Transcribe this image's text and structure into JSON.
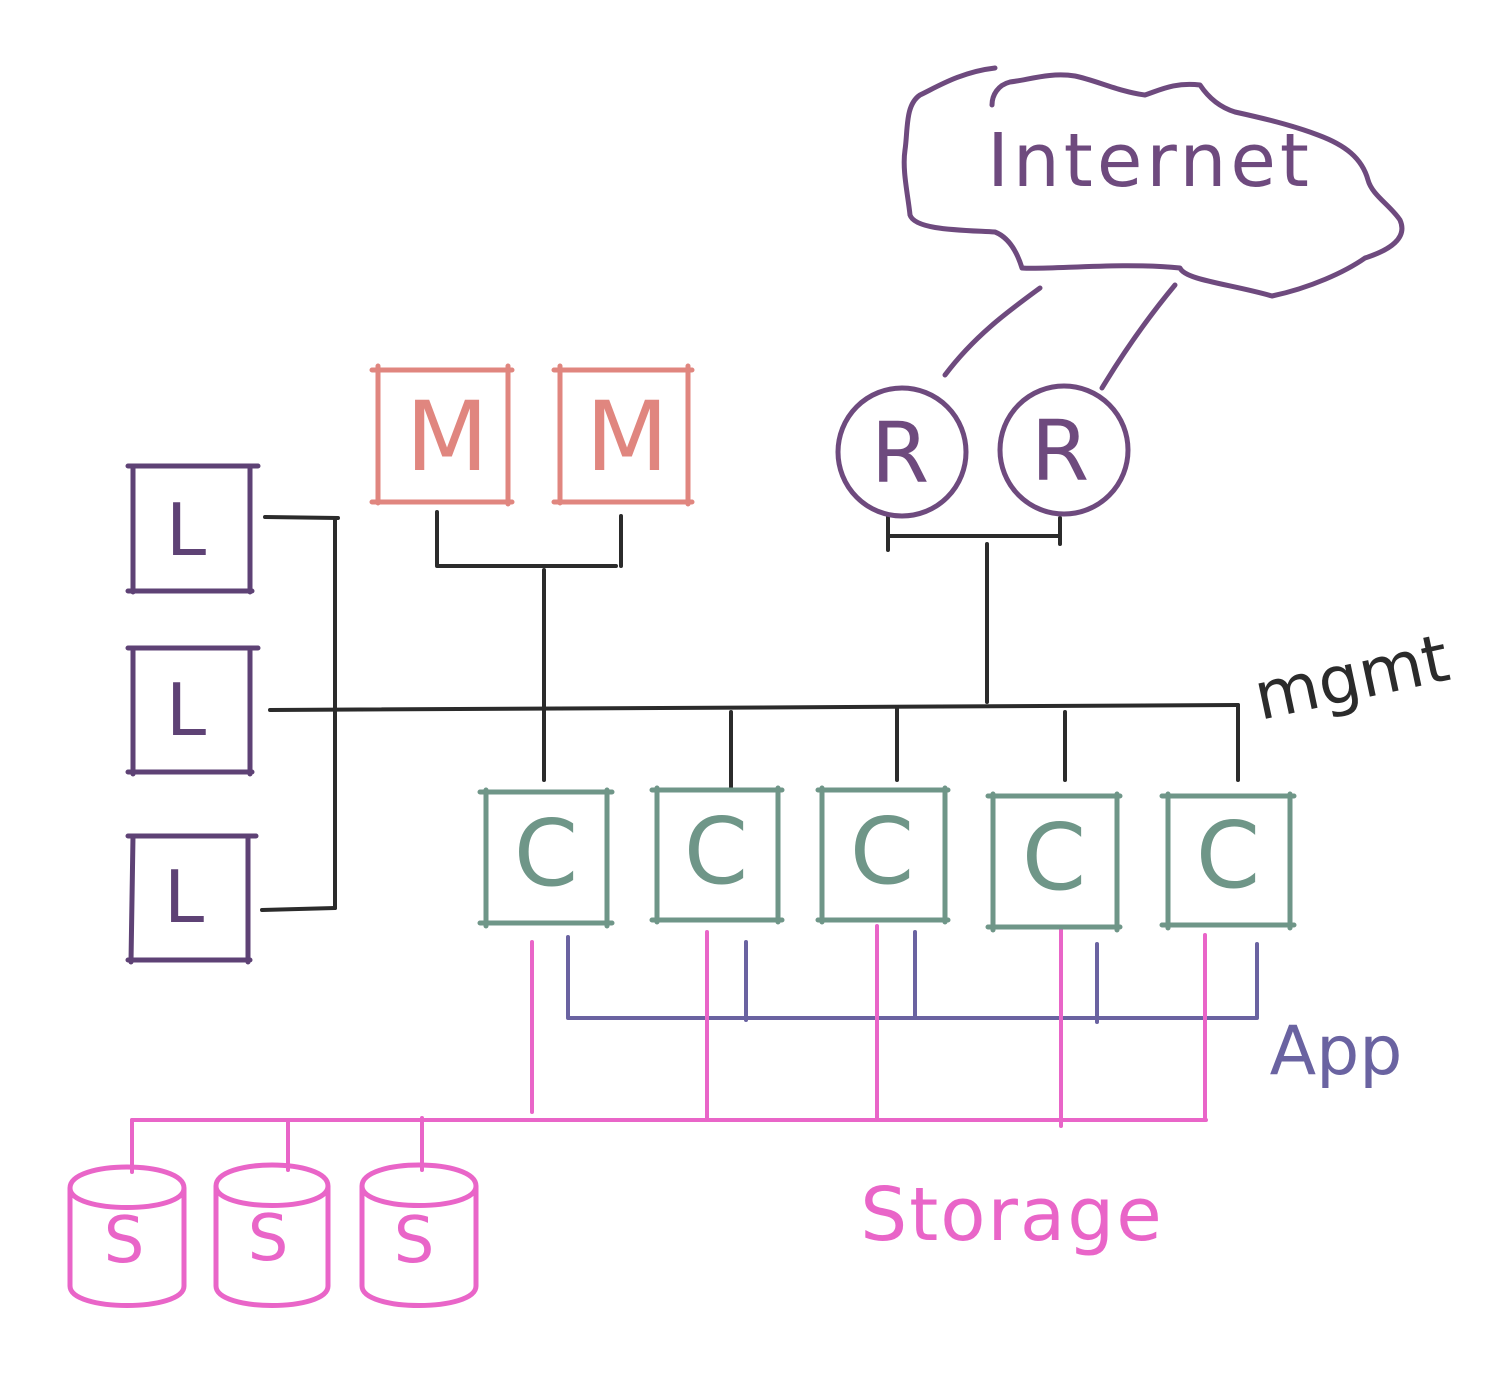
{
  "colors": {
    "mgmt": "#2b2b2b",
    "internet": "#6e4a7e",
    "L": "#5e4275",
    "M": "#e0867f",
    "C": "#6f9688",
    "app": "#6a63a1",
    "storage": "#e965c8"
  },
  "labels": {
    "internet": "Internet",
    "mgmt": "mgmt",
    "app": "App",
    "storage": "Storage"
  },
  "nodes": {
    "login": [
      "L",
      "L",
      "L"
    ],
    "management": [
      "M",
      "M"
    ],
    "routers": [
      "R",
      "R"
    ],
    "compute": [
      "C",
      "C",
      "C",
      "C",
      "C"
    ],
    "storage": [
      "S",
      "S",
      "S"
    ]
  }
}
